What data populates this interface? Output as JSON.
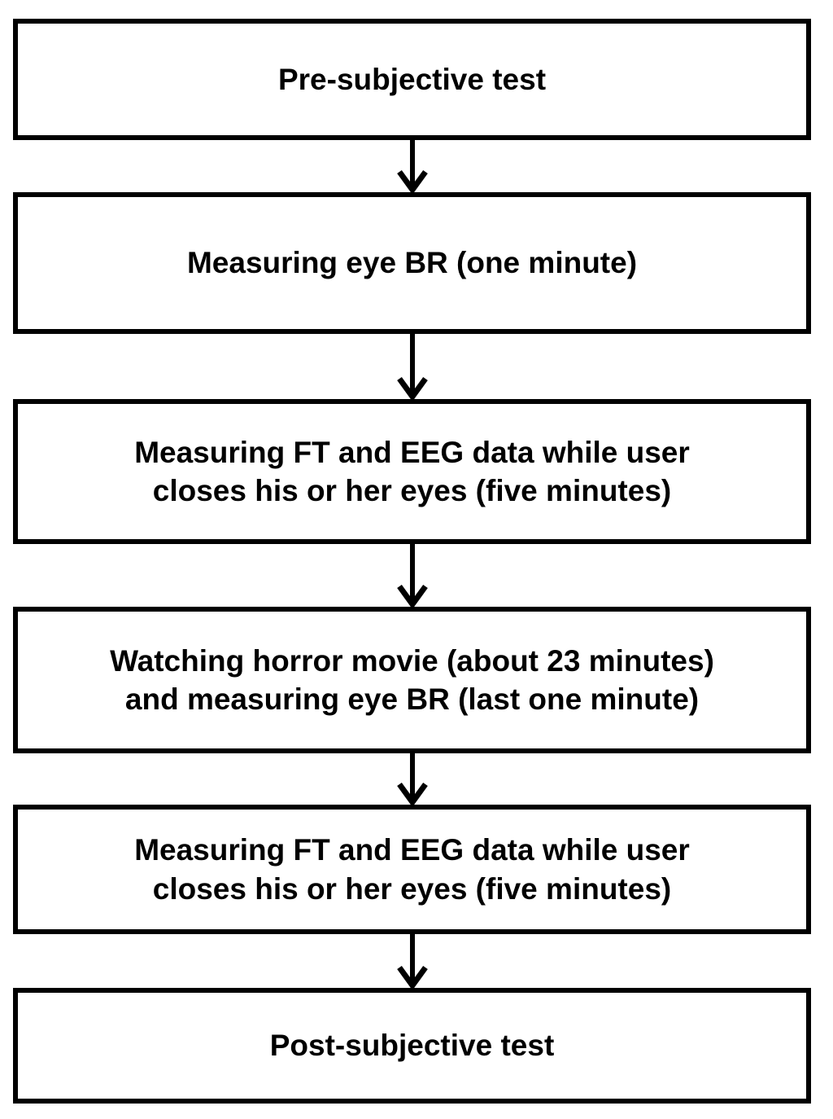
{
  "diagram": {
    "type": "flowchart",
    "direction": "top-to-bottom",
    "colors": {
      "box_border": "#000000",
      "box_fill": "#ffffff",
      "text": "#000000",
      "arrow": "#000000"
    },
    "steps": [
      {
        "id": 1,
        "lines": [
          "Pre-subjective test"
        ]
      },
      {
        "id": 2,
        "lines": [
          "Measuring eye BR (one minute)"
        ]
      },
      {
        "id": 3,
        "lines": [
          "Measuring FT and EEG data while user",
          "closes his or her eyes (five minutes)"
        ]
      },
      {
        "id": 4,
        "lines": [
          "Watching horror movie (about 23 minutes)",
          "and measuring eye BR (last one minute)"
        ]
      },
      {
        "id": 5,
        "lines": [
          "Measuring FT and EEG data while user",
          "closes his or her eyes (five minutes)"
        ]
      },
      {
        "id": 6,
        "lines": [
          "Post-subjective test"
        ]
      }
    ],
    "connections": [
      {
        "from": 1,
        "to": 2,
        "style": "arrow-down"
      },
      {
        "from": 2,
        "to": 3,
        "style": "arrow-down"
      },
      {
        "from": 3,
        "to": 4,
        "style": "arrow-down"
      },
      {
        "from": 4,
        "to": 5,
        "style": "arrow-down"
      },
      {
        "from": 5,
        "to": 6,
        "style": "arrow-down"
      }
    ]
  }
}
